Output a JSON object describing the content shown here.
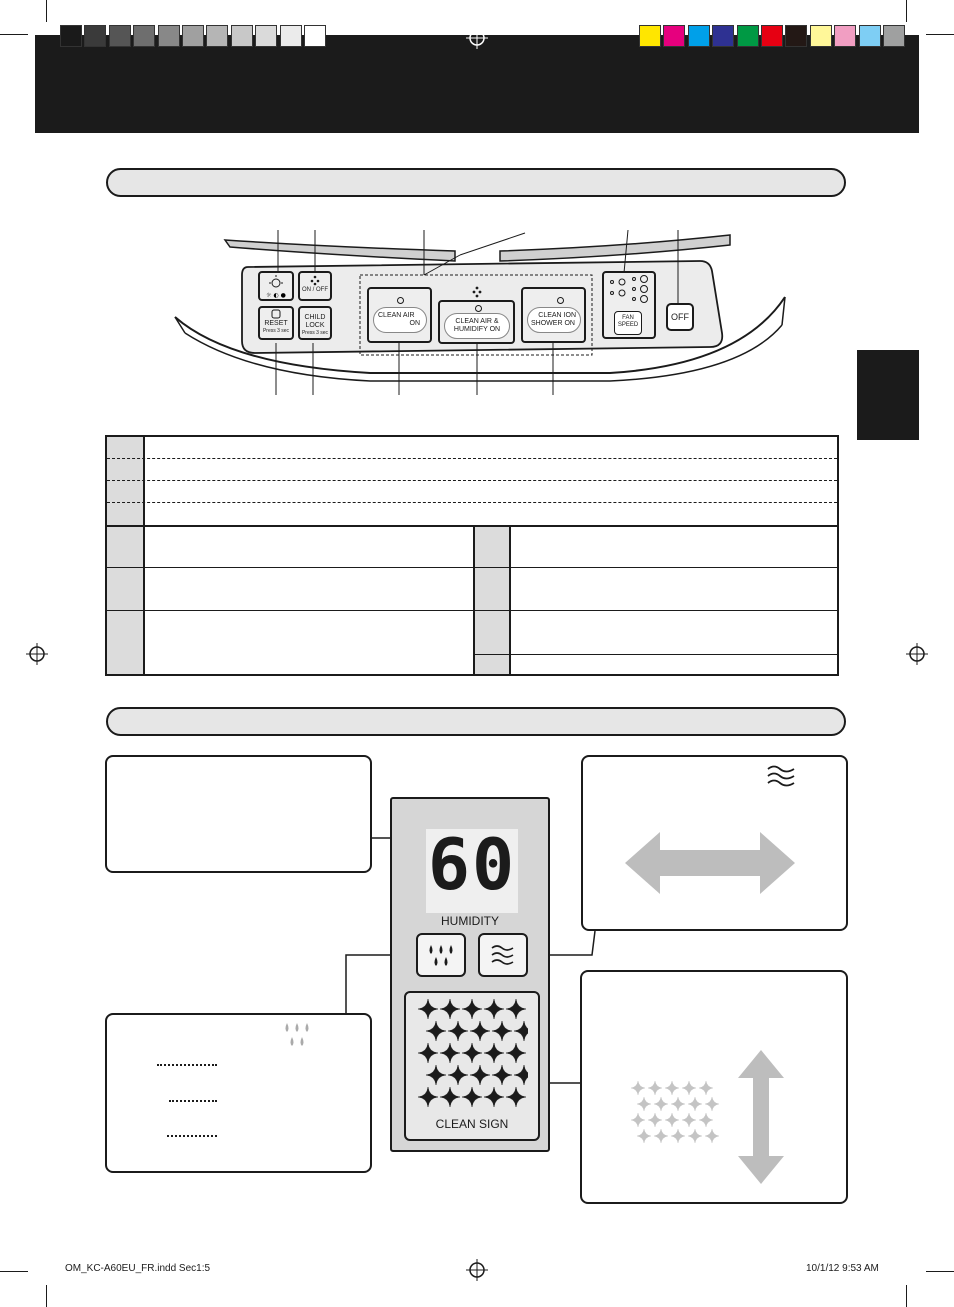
{
  "palette": {
    "gray_swatches": [
      "#1a1a1a",
      "#3a3a3a",
      "#555555",
      "#6e6e6e",
      "#888888",
      "#a0a0a0",
      "#b5b5b5",
      "#c8c8c8",
      "#dadada",
      "#ebebeb",
      "#ffffff"
    ],
    "color_swatches": [
      "#ffe600",
      "#e6007e",
      "#00a0e9",
      "#2e3192",
      "#009944",
      "#e60012",
      "#231815",
      "#fff799",
      "#f19ec2",
      "#7ecef4",
      "#9fa0a0"
    ],
    "header_color": "#1b1b1b",
    "panel_gray": "#d6d6d6"
  },
  "control_panel": {
    "buttons": {
      "reset": "RESET",
      "reset_hint": "Press 3 sec",
      "child_lock_line1": "CHILD",
      "child_lock_line2": "LOCK",
      "child_lock_hint": "Press 3 sec",
      "on_off": "ON / OFF",
      "clean_air_line1": "CLEAN AIR",
      "clean_air_line2": "ON",
      "clean_air_humidify_line1": "CLEAN AIR &",
      "clean_air_humidify_line2": "HUMIDIFY ON",
      "clean_ion_line1": "CLEAN ION",
      "clean_ion_line2": "SHOWER ON",
      "fan_speed_line1": "FAN",
      "fan_speed_line2": "SPEED",
      "off": "OFF"
    }
  },
  "display": {
    "humidity_value": "60",
    "humidity_label": "HUMIDITY",
    "clean_sign_label": "CLEAN SIGN"
  },
  "icons": {
    "header_target": "registration-target-icon",
    "humidify": "water-drops-icon",
    "fan": "airflow-waves-icon",
    "clean_sign": "sparkles-icon"
  },
  "footer": {
    "file": "OM_KC-A60EU_FR.indd   Sec1:5",
    "timestamp": "10/1/12   9:53 AM"
  }
}
